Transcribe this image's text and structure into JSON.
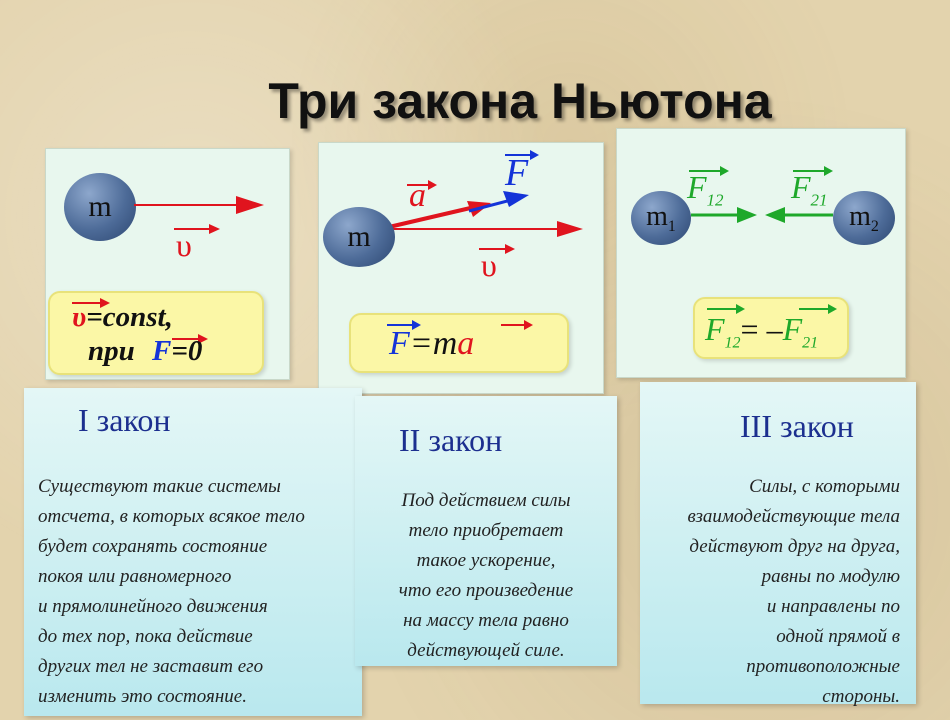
{
  "title": "Три закона Ньютона",
  "law1": {
    "heading": "I закон",
    "mass": "m",
    "velocity_symbol": "υ",
    "formula_line1_rest": "=const,",
    "formula_line2_prefix": "при",
    "force_symbol": "F",
    "formula_line2_rest": "=0",
    "text_lines": [
      "Существуют такие системы",
      "отсчета, в которых всякое тело",
      "будет сохранять состояние",
      "покоя или равномерного",
      "и прямолинейного движения",
      "до тех пор, пока действие",
      "других тел не заставит его",
      "изменить это состояние."
    ]
  },
  "law2": {
    "heading": "II закон",
    "mass": "m",
    "accel_symbol": "a",
    "force_symbol": "F",
    "velocity_symbol": "υ",
    "formula_eq": "=m",
    "text_lines": [
      "Под действием силы",
      "тело приобретает",
      "такое ускорение,",
      "что его произведение",
      "на массу тела равно",
      "действующей силе."
    ]
  },
  "law3": {
    "heading": "III закон",
    "mass1": "m",
    "mass1_sub": "1",
    "mass2": "m",
    "mass2_sub": "2",
    "force12": "F",
    "force12_sub": "12",
    "force21": "F",
    "force21_sub": "21",
    "formula_eq": "= –",
    "text_lines": [
      "Силы, с которыми",
      "взаимодействующие тела",
      "действуют друг на друга,",
      "равны по модулю",
      "и направлены по",
      "одной прямой в",
      "противоположные",
      "стороны."
    ]
  },
  "colors": {
    "arrow_red": "#e0141e",
    "arrow_blue": "#1434d8",
    "arrow_green": "#1ea82a",
    "heading_blue": "#1c2f8f"
  }
}
